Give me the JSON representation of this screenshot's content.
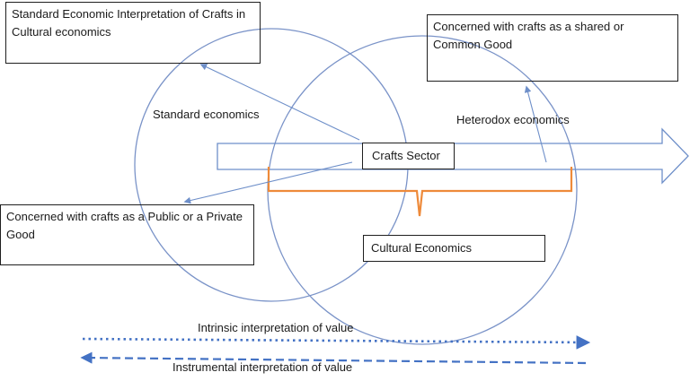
{
  "boxes": {
    "standard_interpretation": "Standard Economic Interpretation of Crafts in Cultural economics",
    "common_good": "Concerned with crafts as a shared or Common Good",
    "public_private_good": "Concerned with crafts as a Public or a Private Good",
    "crafts_sector": "Crafts Sector",
    "cultural_economics": "Cultural Economics"
  },
  "labels": {
    "standard_economics": "Standard economics",
    "heterodox_economics": "Heterodox economics",
    "intrinsic": "Intrinsic interpretation of value",
    "instrumental": "Instrumental interpretation of value"
  },
  "colors": {
    "circle": "#7a93c8",
    "connector": "#6e8fc9",
    "brace": "#ee8a3a",
    "value_arrow": "#4472c4",
    "box_border": "#1f1f1f"
  }
}
